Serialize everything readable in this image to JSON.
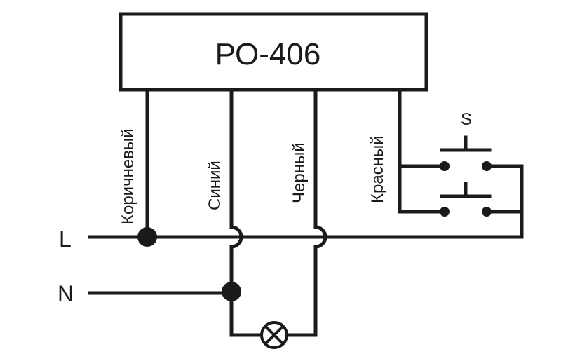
{
  "device": {
    "name": "РО-406"
  },
  "wires": {
    "brown": "Коричневый",
    "blue": "Синий",
    "black": "Черный",
    "red": "Красный"
  },
  "lines": {
    "live": "L",
    "neutral": "N"
  },
  "switch": {
    "label": "S"
  }
}
